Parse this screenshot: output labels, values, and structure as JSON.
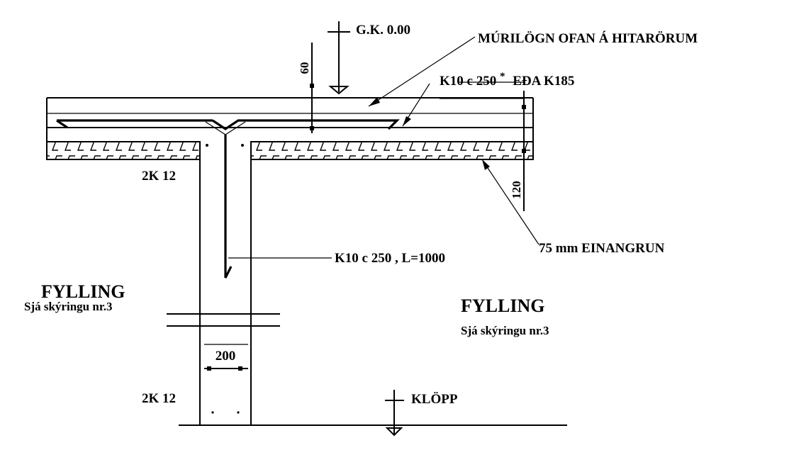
{
  "labels": {
    "gk": "G.K. 0.00",
    "murilogn": "MÚRILÖGN OFAN Á HITARÖRUM",
    "k10_top": "K10 c 250",
    "k10_top_mark": "*",
    "k10_top_alt": "EÐA K185",
    "dim_60": "60",
    "dim_120": "120",
    "k12_top": "2K 12",
    "k10_bar": "K10 c 250 , L=1000",
    "einangrun": "75 mm EINANGRUN",
    "fylling_left": "FYLLING",
    "sja_left": "Sjá skýringu nr.3",
    "fylling_right": "FYLLING",
    "sja_right": "Sjá skýringu nr.3",
    "dim_200": "200",
    "klopp": "KLÖPP",
    "k12_bottom": "2K 12"
  },
  "icons": [
    "level-marker-icon",
    "arrow-icon",
    "insulation-hatch-icon"
  ]
}
